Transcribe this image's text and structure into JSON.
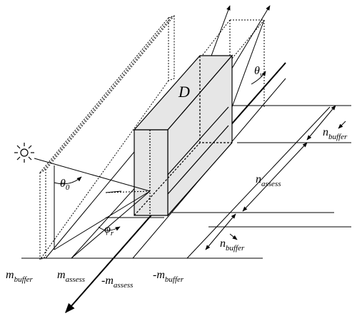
{
  "diagram": {
    "labels": {
      "box": "D",
      "theta0_base": "θ",
      "theta0_sub": "0",
      "thetav_base": "θ",
      "thetav_sub": "v",
      "phi_base": "φ",
      "phi_sub": "r",
      "n_buffer_top_base": "n",
      "n_buffer_top_sub": "buffer",
      "n_assess_base": "n",
      "n_assess_sub": "assess",
      "n_buffer_bottom_base": "n",
      "n_buffer_bottom_sub": "buffer",
      "m_buffer_base": "m",
      "m_buffer_sub": "buffer",
      "m_assess_base": "m",
      "m_assess_sub": "assess",
      "neg_m_assess_base": "-m",
      "neg_m_assess_sub": "assess",
      "neg_m_buffer_base": "-m",
      "neg_m_buffer_sub": "buffer"
    },
    "colors": {
      "stroke": "#000000",
      "box_fill": "#e6e6e6",
      "background": "#ffffff"
    },
    "icons": [
      "sun-icon"
    ]
  }
}
